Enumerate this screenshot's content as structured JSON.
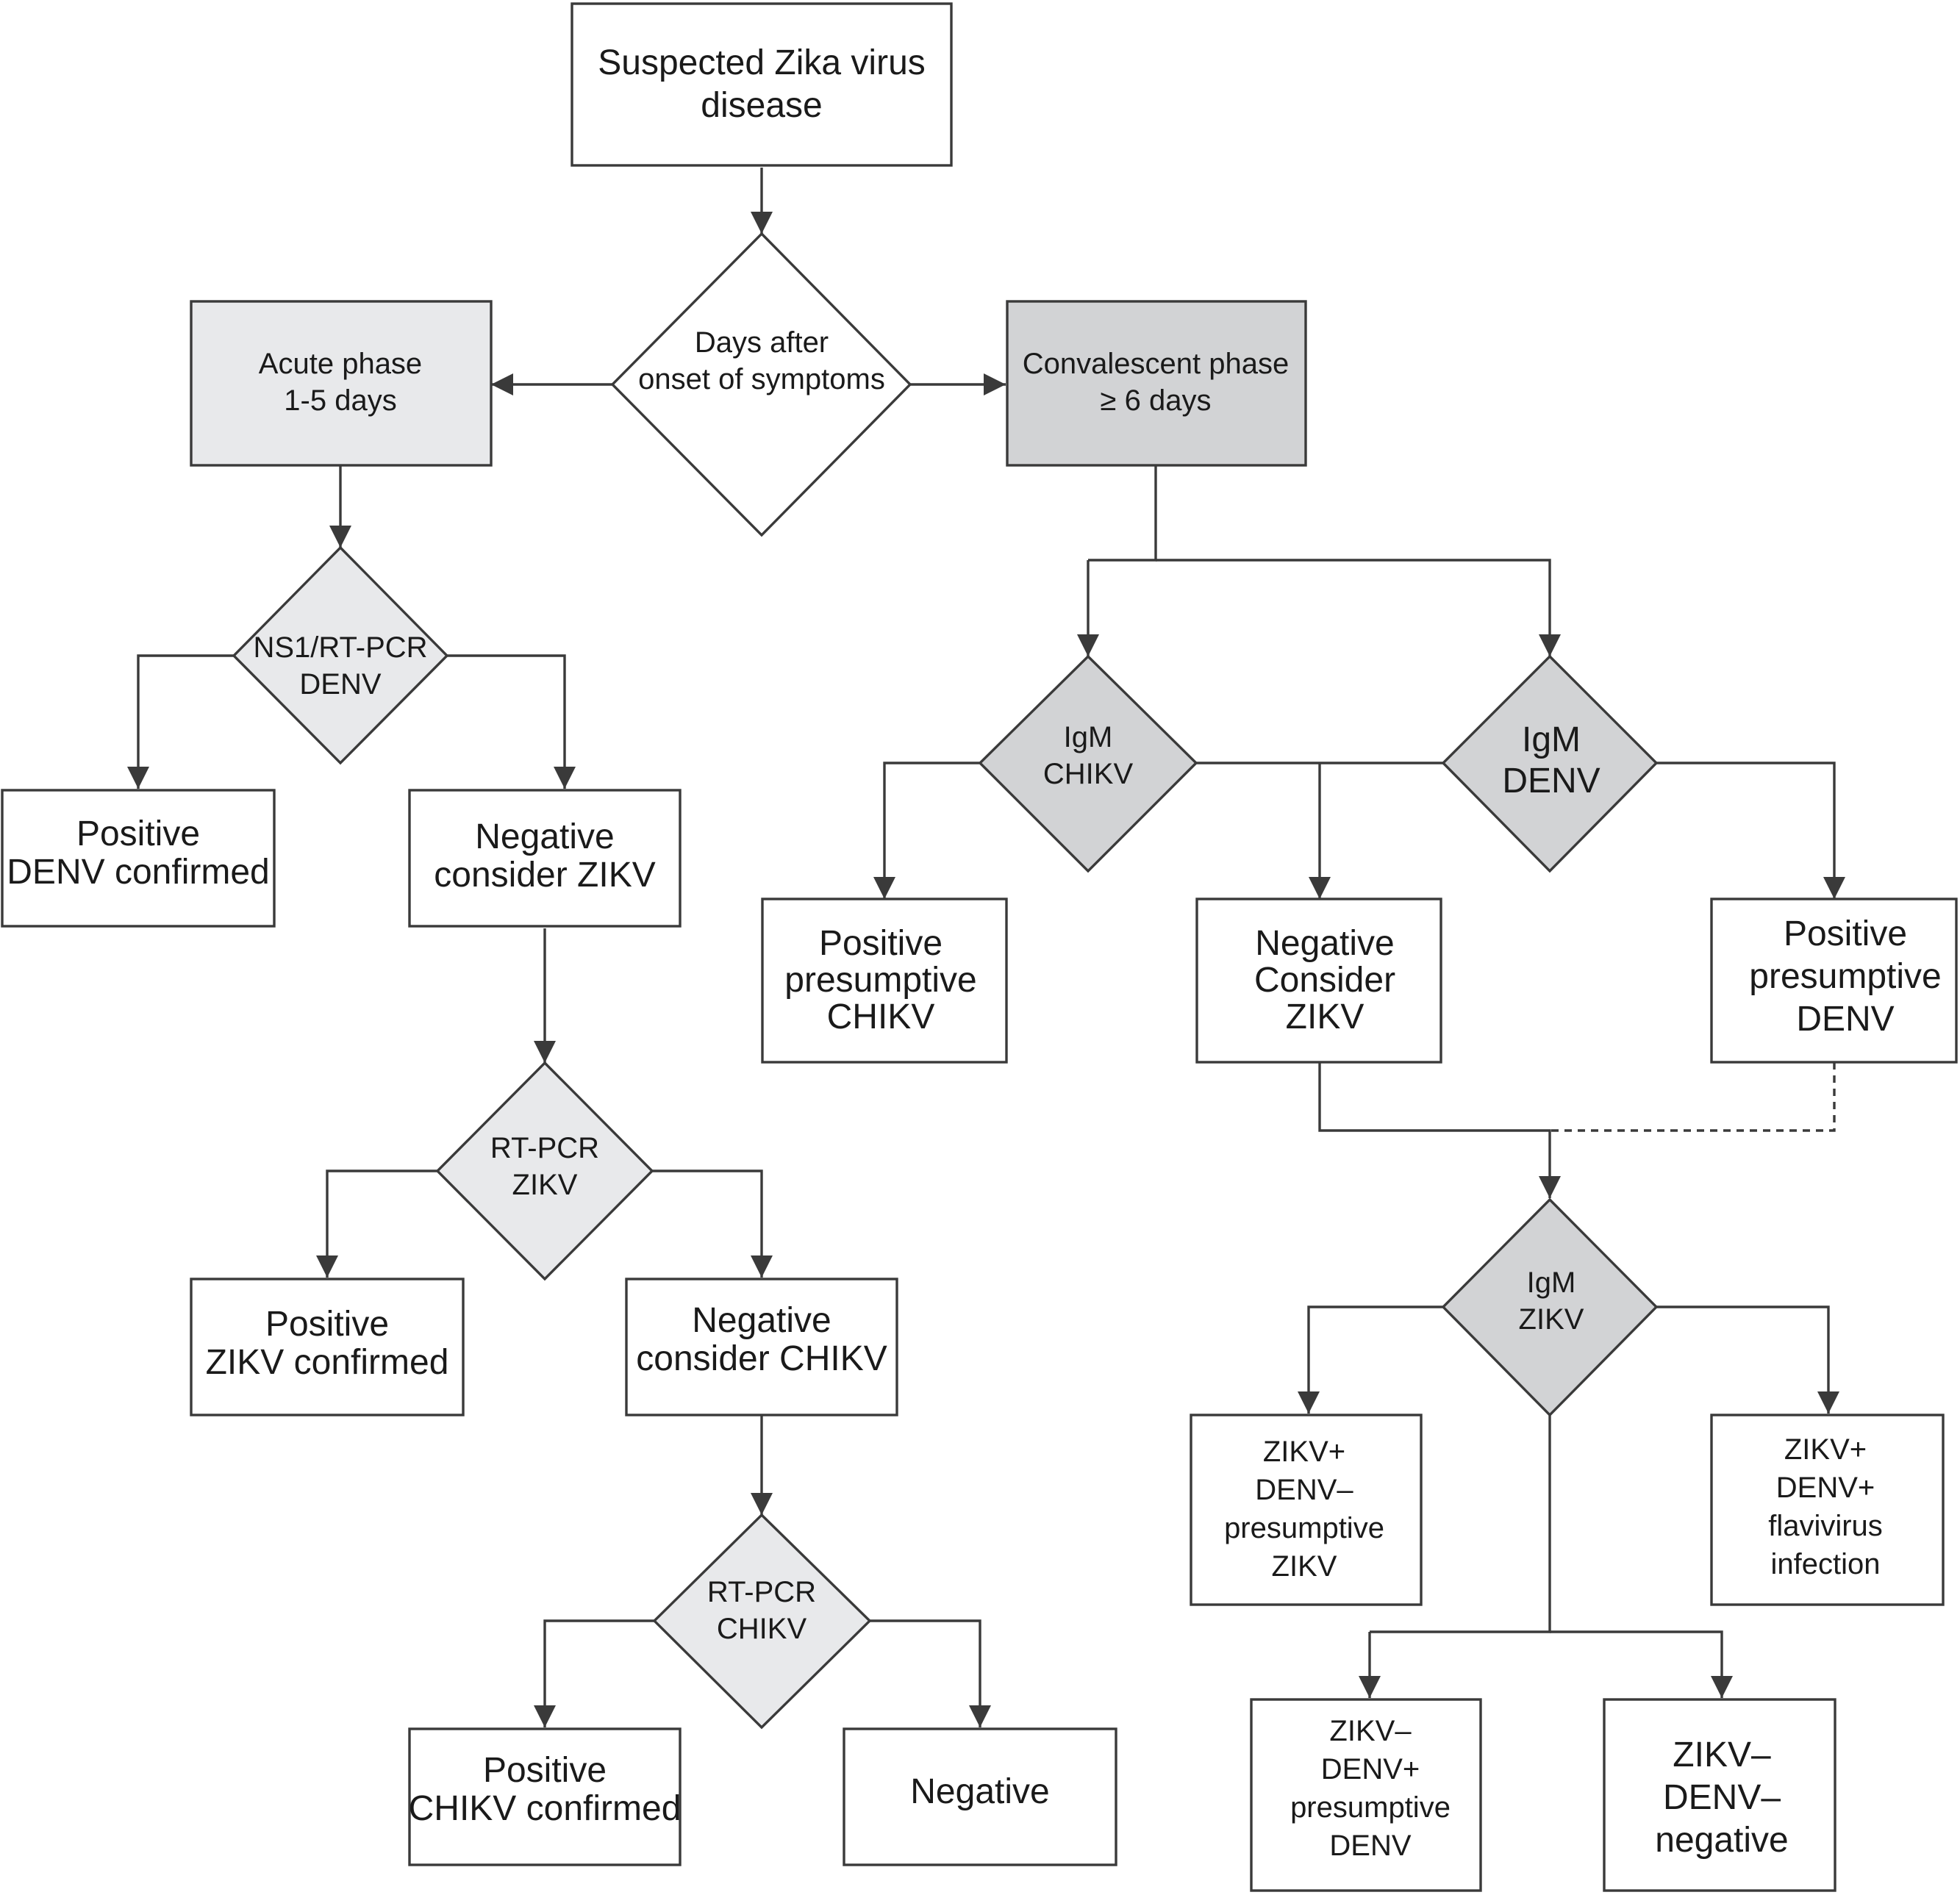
{
  "nodes": {
    "start": {
      "lines": [
        "Suspected Zika virus",
        "disease"
      ]
    },
    "days": {
      "lines": [
        "Days after",
        "onset of symptoms"
      ]
    },
    "acute": {
      "lines": [
        "Acute phase",
        "1-5 days"
      ]
    },
    "convalescent": {
      "lines": [
        "Convalescent phase",
        "≥ 6 days"
      ]
    },
    "ns1": {
      "lines": [
        "NS1/RT-PCR",
        "DENV"
      ]
    },
    "pos_denv_conf": {
      "lines": [
        "Positive",
        "DENV confirmed"
      ]
    },
    "neg_zikv": {
      "lines": [
        "Negative",
        "consider ZIKV"
      ]
    },
    "rtpcr_zikv": {
      "lines": [
        "RT-PCR",
        "ZIKV"
      ]
    },
    "pos_zikv_conf": {
      "lines": [
        "Positive",
        "ZIKV confirmed"
      ]
    },
    "neg_chikv": {
      "lines": [
        "Negative",
        "consider CHIKV"
      ]
    },
    "rtpcr_chikv": {
      "lines": [
        "RT-PCR",
        "CHIKV"
      ]
    },
    "pos_chikv_conf": {
      "lines": [
        "Positive",
        "CHIKV confirmed"
      ]
    },
    "negative": {
      "lines": [
        "Negative"
      ]
    },
    "igm_chikv": {
      "lines": [
        "IgM",
        "CHIKV"
      ]
    },
    "igm_denv": {
      "lines": [
        "IgM",
        "DENV"
      ]
    },
    "pos_pres_chikv": {
      "lines": [
        "Positive",
        "presumptive",
        "CHIKV"
      ]
    },
    "neg_consider_zikv": {
      "lines": [
        "Negative",
        "Consider",
        "ZIKV"
      ]
    },
    "pos_pres_denv": {
      "lines": [
        "Positive",
        "presumptive",
        "DENV"
      ]
    },
    "igm_zikv": {
      "lines": [
        "IgM",
        "ZIKV"
      ]
    },
    "zikv_pos_denv_neg": {
      "lines": [
        "ZIKV+",
        "DENV–",
        "presumptive",
        "ZIKV"
      ]
    },
    "zikv_pos_denv_pos": {
      "lines": [
        "ZIKV+",
        "DENV+",
        "flavivirus",
        "infection"
      ]
    },
    "zikv_neg_denv_pos": {
      "lines": [
        "ZIKV–",
        "DENV+",
        "presumptive",
        "DENV"
      ]
    },
    "zikv_neg_denv_neg": {
      "lines": [
        "ZIKV–",
        "DENV–",
        "negative"
      ]
    }
  },
  "colors": {
    "stroke": "#3a3a3a",
    "fill_white": "#ffffff",
    "fill_light_gray": "#e8e9eb",
    "fill_dark_gray": "#d2d3d5"
  }
}
